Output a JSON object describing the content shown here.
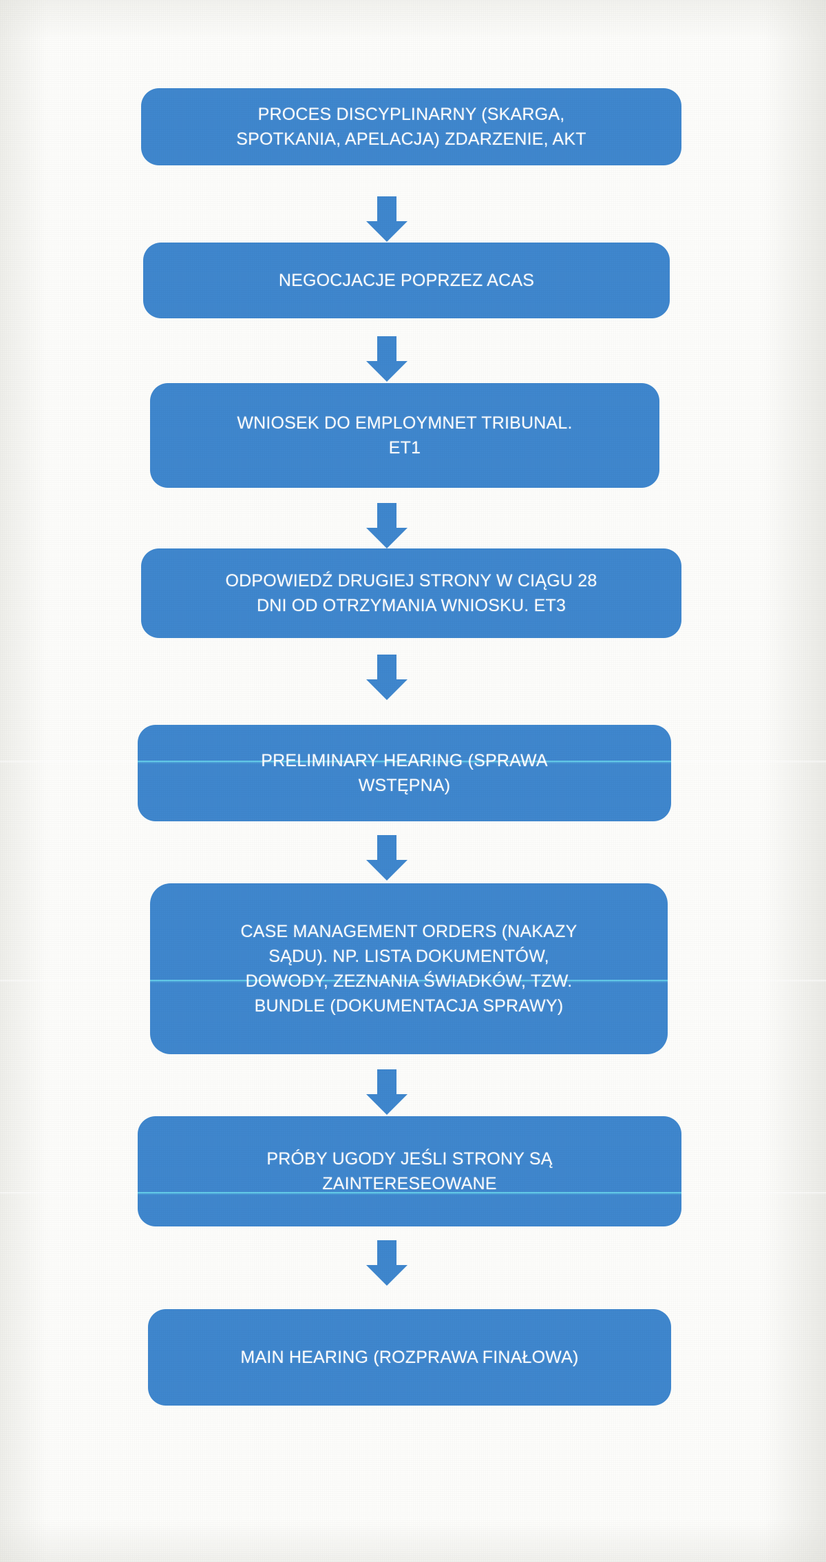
{
  "diagram": {
    "title": "Employment Tribunal process flowchart (Polish/English)",
    "type": "flowchart",
    "orientation": "vertical-top-to-bottom",
    "colors": {
      "node_fill": "#3f87ce",
      "node_text": "#ffffff",
      "arrow": "#3f87ce",
      "background": "#fdfdfb"
    },
    "nodes": [
      {
        "id": "node-1",
        "text": "PROCES DISCYPLINARNY (SKARGA, SPOTKANIA, APELACJA) ZDARZENIE, AKT",
        "lines": [
          "PROCES DISCYPLINARNY (SKARGA,",
          "SPOTKANIA, APELACJA) ZDARZENIE, AKT"
        ]
      },
      {
        "id": "node-2",
        "text": "NEGOCJACJE POPRZEZ ACAS",
        "lines": [
          "NEGOCJACJE POPRZEZ ACAS"
        ]
      },
      {
        "id": "node-3",
        "text": "WNIOSEK DO EMPLOYMNET TRIBUNAL. ET1",
        "lines": [
          "WNIOSEK DO EMPLOYMNET TRIBUNAL.",
          "ET1"
        ]
      },
      {
        "id": "node-4",
        "text": "ODPOWIEDŹ DRUGIEJ STRONY W CIĄGU 28 DNI OD OTRZYMANIA WNIOSKU. ET3",
        "lines": [
          "ODPOWIEDŹ DRUGIEJ STRONY W CIĄGU 28",
          "DNI OD OTRZYMANIA WNIOSKU. ET3"
        ]
      },
      {
        "id": "node-5",
        "text": "PRELIMINARY HEARING (SPRAWA WSTĘPNA)",
        "lines": [
          "PRELIMINARY HEARING (SPRAWA",
          "WSTĘPNA)"
        ]
      },
      {
        "id": "node-6",
        "text": "CASE MANAGEMENT ORDERS (NAKAZY SĄDU). NP. LISTA DOKUMENTÓW, DOWODY, ZEZNANIA ŚWIADKÓW, TZW. BUNDLE (DOKUMENTACJA SPRAWY)",
        "lines": [
          "CASE MANAGEMENT ORDERS (NAKAZY",
          "SĄDU). NP. LISTA DOKUMENTÓW,",
          "DOWODY, ZEZNANIA ŚWIADKÓW, TZW.",
          "BUNDLE (DOKUMENTACJA SPRAWY)"
        ]
      },
      {
        "id": "node-7",
        "text": "PRÓBY UGODY JEŚLI STRONY SĄ ZAINTERESEOWANE",
        "lines": [
          "PRÓBY UGODY JEŚLI STRONY SĄ",
          "ZAINTERESEOWANE"
        ]
      },
      {
        "id": "node-8",
        "text": "MAIN HEARING (ROZPRAWA FINAŁOWA)",
        "lines": [
          "MAIN HEARING (ROZPRAWA FINAŁOWA)"
        ]
      }
    ],
    "connectors": [
      {
        "id": "arrow-1",
        "from": "node-1",
        "to": "node-2",
        "glyph": "down-arrow"
      },
      {
        "id": "arrow-2",
        "from": "node-2",
        "to": "node-3",
        "glyph": "down-arrow"
      },
      {
        "id": "arrow-3",
        "from": "node-3",
        "to": "node-4",
        "glyph": "down-arrow"
      },
      {
        "id": "arrow-4",
        "from": "node-4",
        "to": "node-5",
        "glyph": "down-arrow"
      },
      {
        "id": "arrow-5",
        "from": "node-5",
        "to": "node-6",
        "glyph": "down-arrow"
      },
      {
        "id": "arrow-6",
        "from": "node-6",
        "to": "node-7",
        "glyph": "down-arrow"
      },
      {
        "id": "arrow-7",
        "from": "node-7",
        "to": "node-8",
        "glyph": "down-arrow"
      }
    ]
  }
}
